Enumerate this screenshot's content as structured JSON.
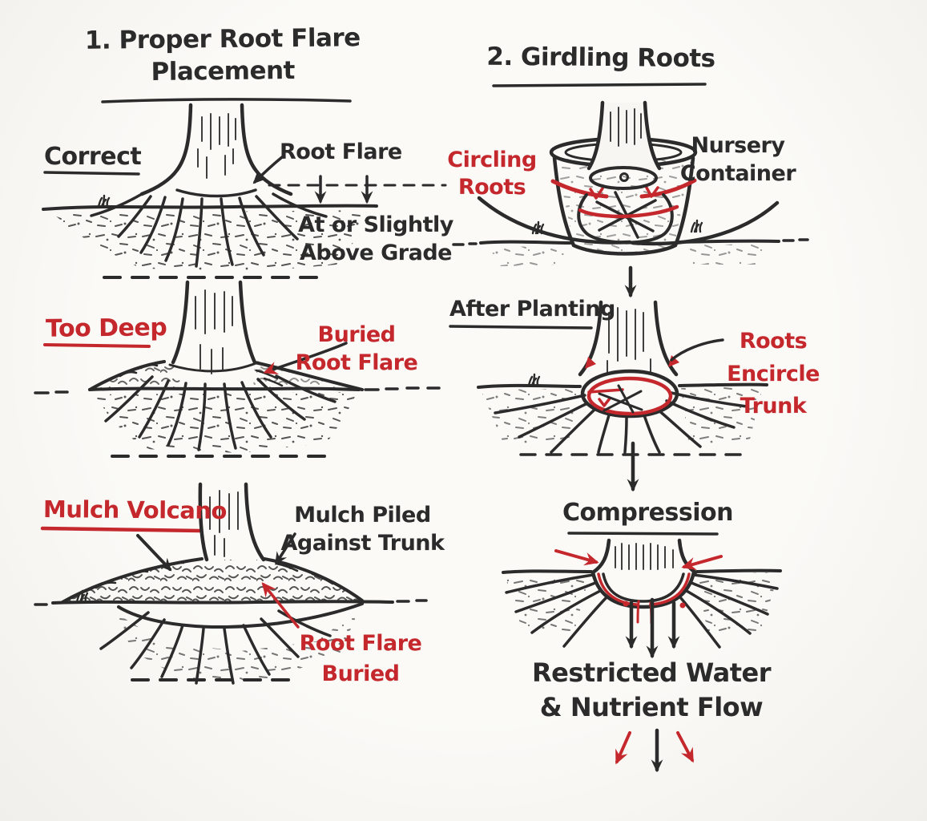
{
  "colors": {
    "ink": "#2b2b2b",
    "accent_red": "#c5282c",
    "background": "#f8f6f2"
  },
  "left_panel": {
    "title": "1. Proper Root Flare\nPlacement",
    "correct": {
      "heading": "Correct",
      "root_flare_label": "Root Flare",
      "grade_label": "At or Slightly\nAbove Grade"
    },
    "too_deep": {
      "heading": "Too Deep",
      "buried_label": "Buried\nRoot Flare"
    },
    "mulch_volcano": {
      "heading": "Mulch Volcano",
      "piled_label": "Mulch Piled\nAgainst Trunk",
      "buried_label": "Root Flare\nBuried"
    }
  },
  "right_panel": {
    "title": "2. Girdling Roots",
    "nursery": {
      "circling_label": "Circling\nRoots",
      "container_label": "Nursery\nContainer"
    },
    "after_planting": {
      "heading": "After Planting",
      "encircle_label": "Roots\nEncircle\nTrunk"
    },
    "compression": {
      "heading": "Compression",
      "result_label": "Restricted Water\n& Nutrient Flow"
    }
  }
}
